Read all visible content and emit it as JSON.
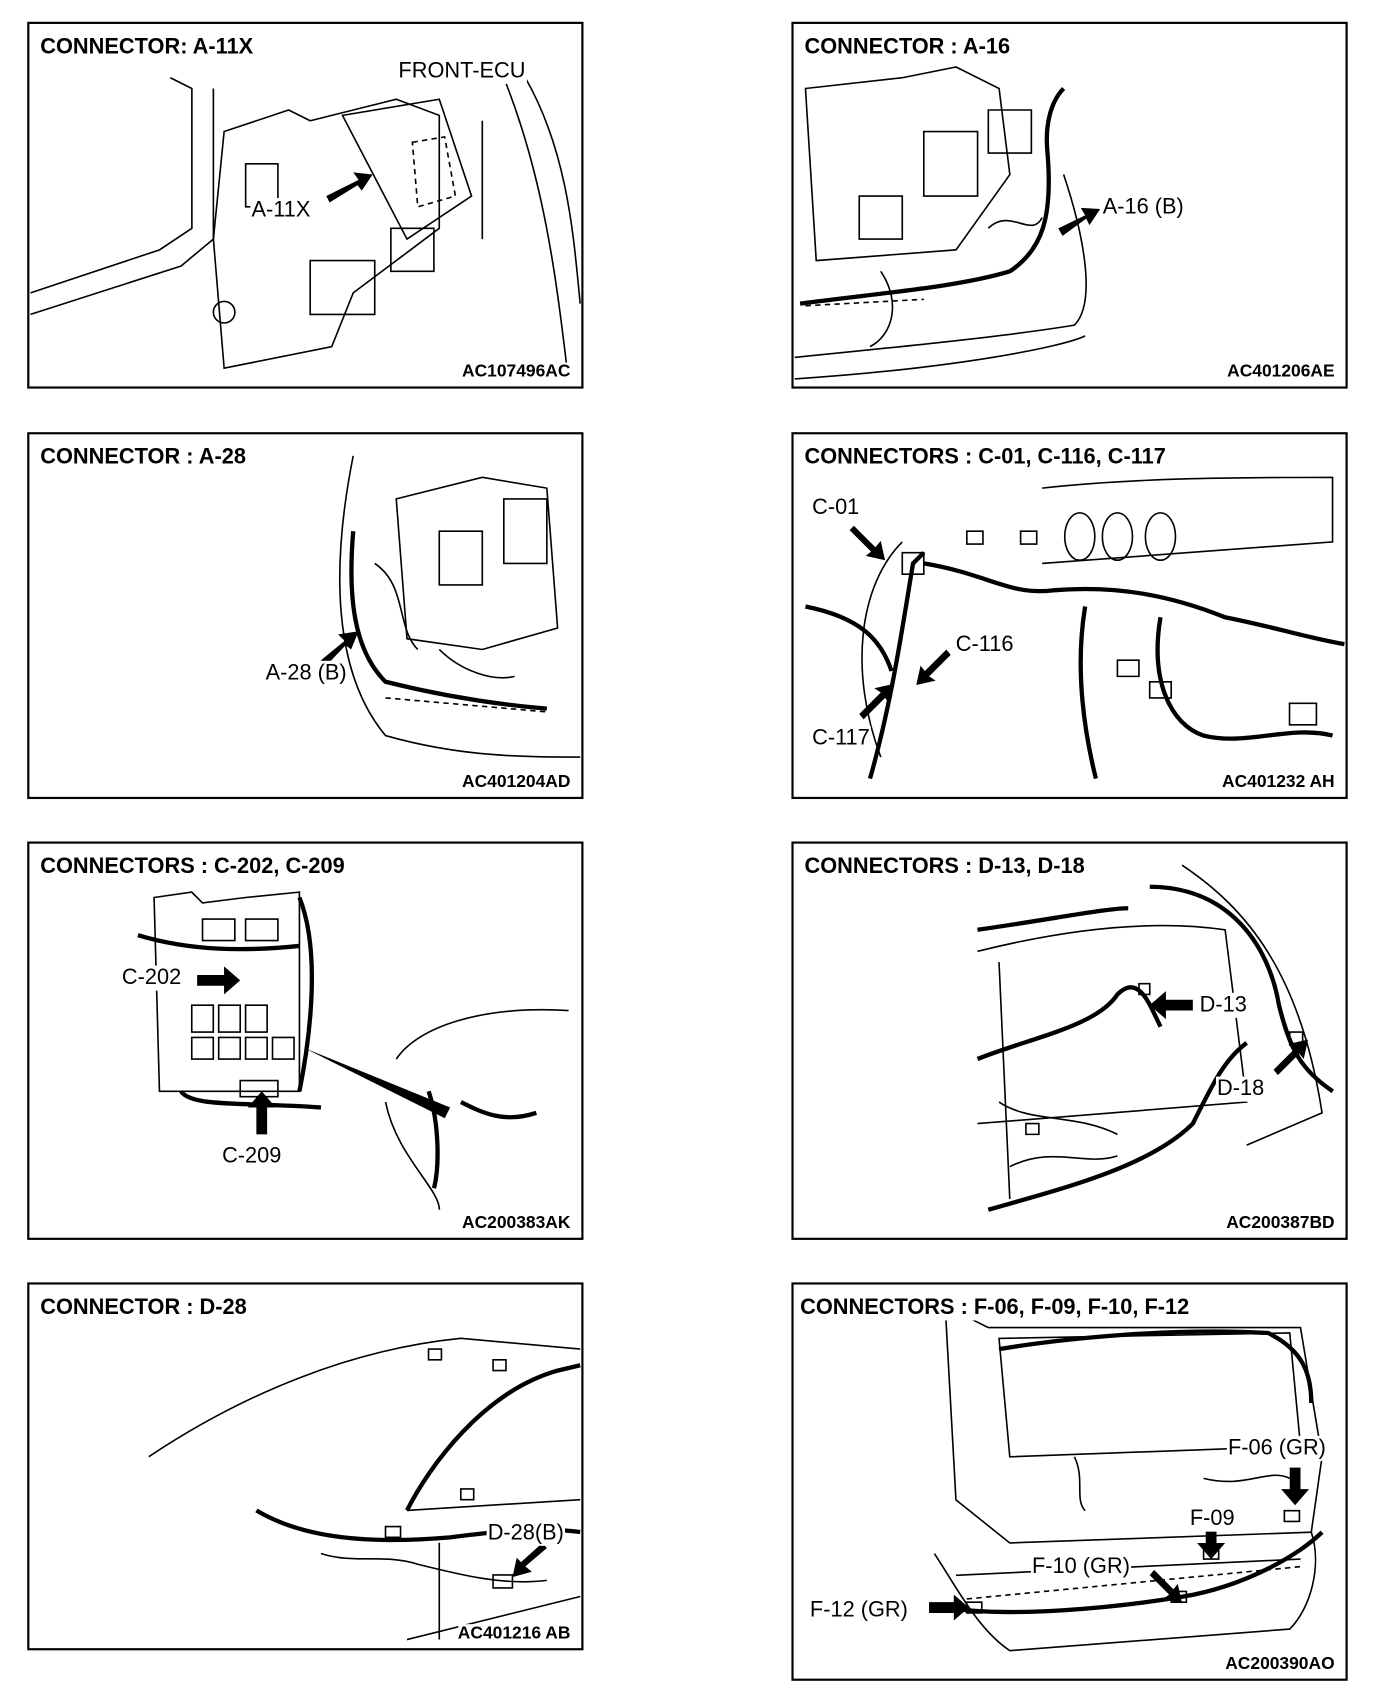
{
  "panels": [
    {
      "title": "CONNECTOR: A-11X",
      "code": "AC107496AC",
      "callouts": [
        "FRONT-ECU",
        "A-11X"
      ]
    },
    {
      "title": "CONNECTOR : A-16",
      "code": "AC401206AE",
      "callouts": [
        "A-16 (B)"
      ]
    },
    {
      "title": "CONNECTOR : A-28",
      "code": "AC401204AD",
      "callouts": [
        "A-28 (B)"
      ]
    },
    {
      "title": "CONNECTORS : C-01, C-116, C-117",
      "code": "AC401232 AH",
      "callouts": [
        "C-01",
        "C-116",
        "C-117"
      ]
    },
    {
      "title": "CONNECTORS : C-202, C-209",
      "code": "AC200383AK",
      "callouts": [
        "C-202",
        "C-209"
      ]
    },
    {
      "title": "CONNECTORS : D-13, D-18",
      "code": "AC200387BD",
      "callouts": [
        "D-13",
        "D-18"
      ]
    },
    {
      "title": "CONNECTOR : D-28",
      "code": "AC401216 AB",
      "callouts": [
        "D-28(B)"
      ]
    },
    {
      "title": "CONNECTORS : F-06, F-09, F-10, F-12",
      "code": "AC200390AO",
      "callouts": [
        "F-06 (GR)",
        "F-09",
        "F-10 (GR)",
        "F-12 (GR)"
      ]
    }
  ]
}
